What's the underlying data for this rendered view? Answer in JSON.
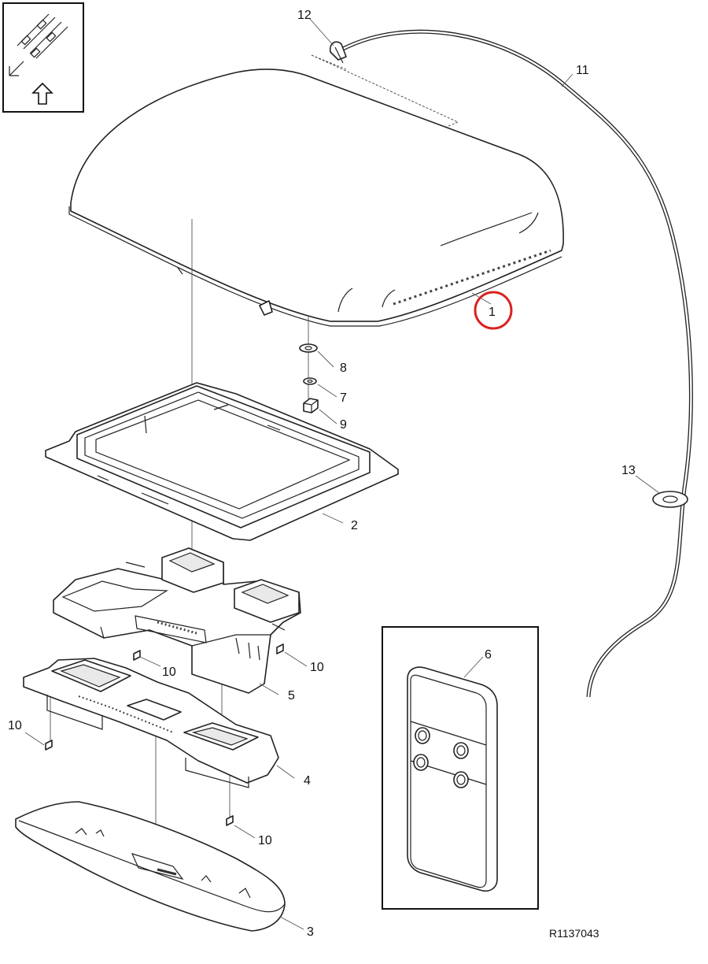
{
  "drawing_reference": "R1137043",
  "highlight_color": "#d9231f",
  "icons": {
    "orientation": "orientation-arrow-icon"
  },
  "callouts": {
    "c1": "1",
    "c2": "2",
    "c3": "3",
    "c4": "4",
    "c5": "5",
    "c6": "6",
    "c7": "7",
    "c8": "8",
    "c9": "9",
    "c10a": "10",
    "c10b": "10",
    "c10c": "10",
    "c10d": "10",
    "c11": "11",
    "c12": "12",
    "c13": "13"
  }
}
